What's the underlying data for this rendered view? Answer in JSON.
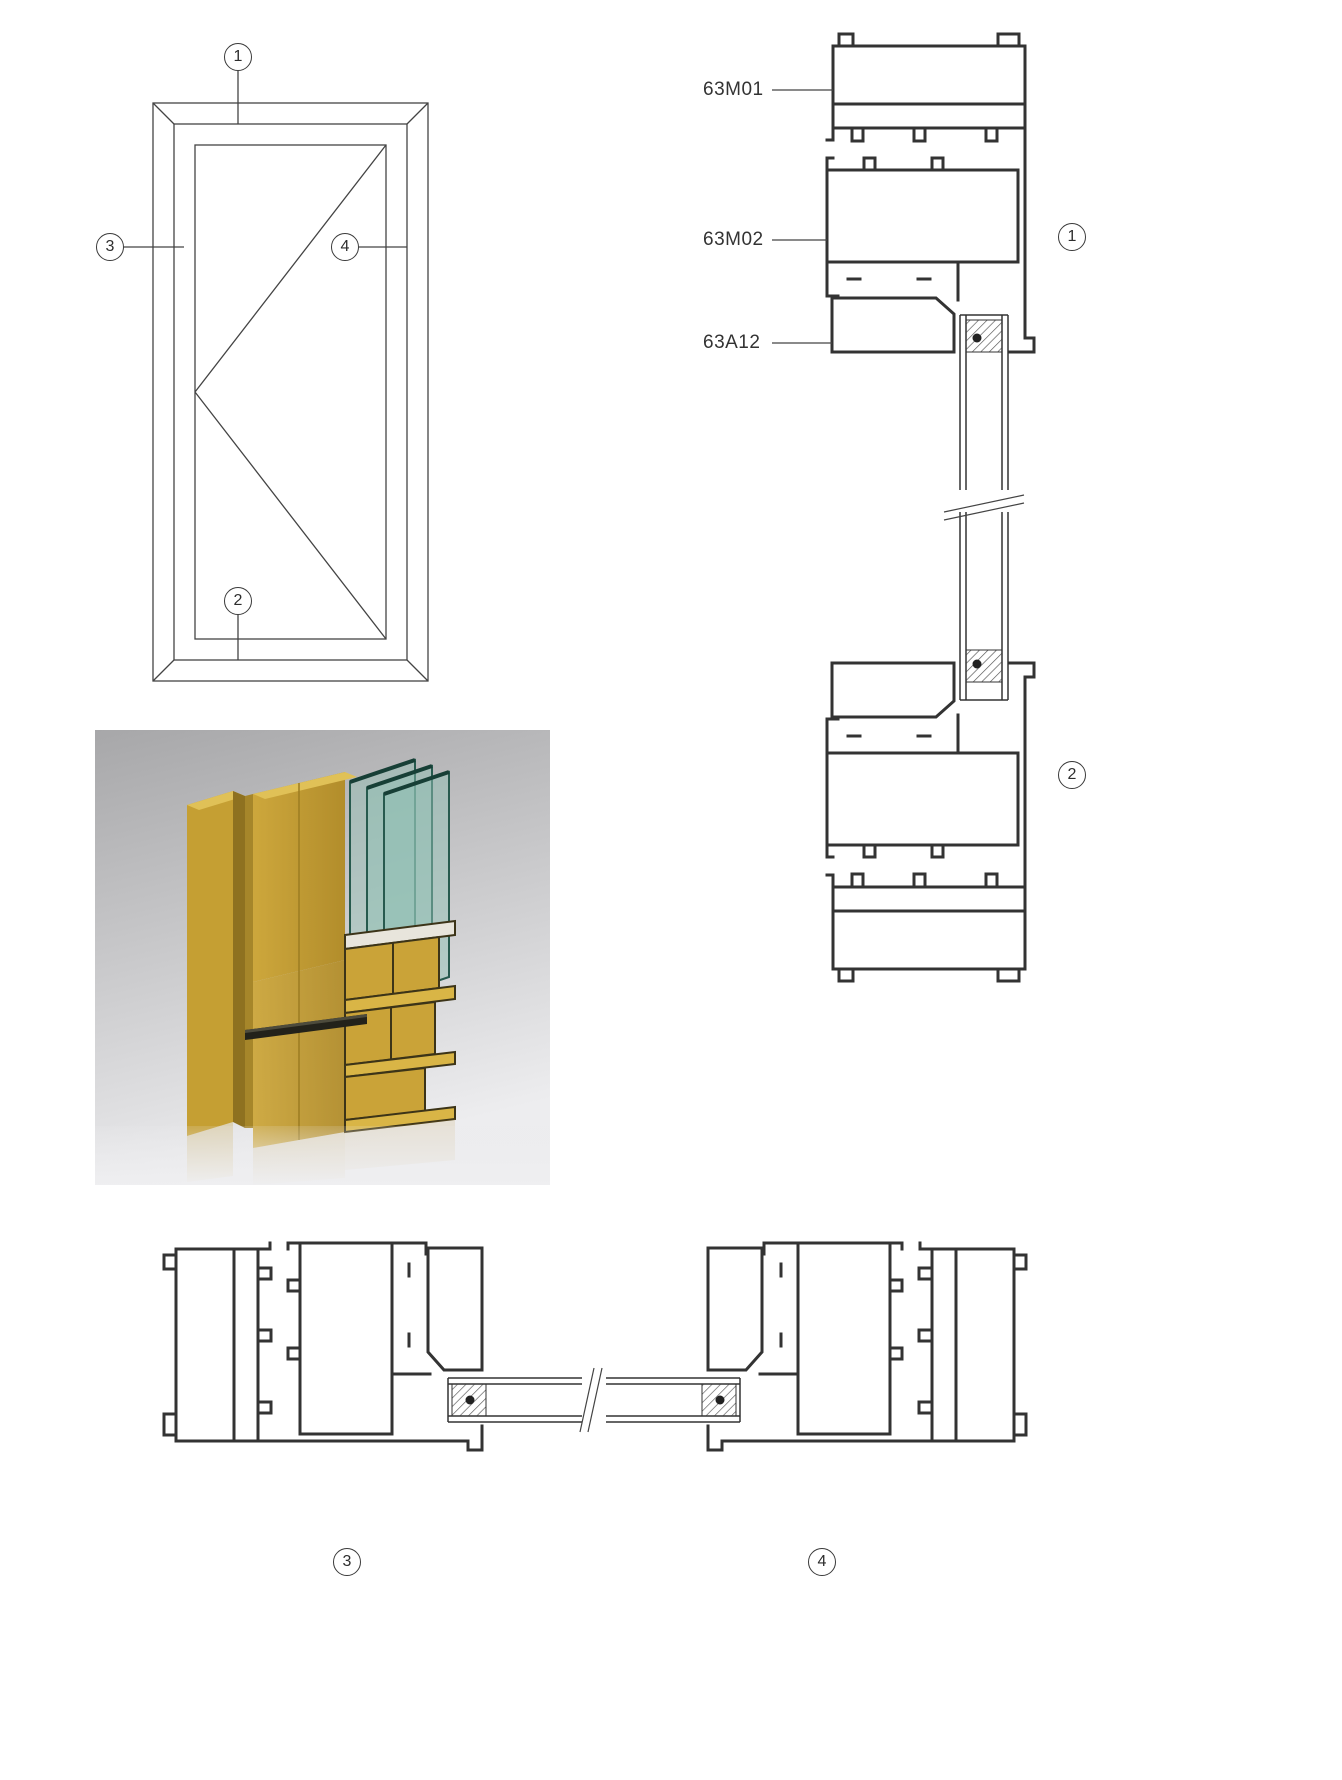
{
  "document": {
    "type": "aluminium window section detail drawing",
    "background": "#ffffff"
  },
  "colors": {
    "thin_line": "#444444",
    "profile_line": "#333333",
    "gold": "#c7a136",
    "gold_light": "#e0c157",
    "gold_dark": "#8e7120",
    "glass_teal": "#8fc0b4",
    "render_bg_top": "#a7a7a9",
    "render_bg_bottom": "#ededef"
  },
  "labels": {
    "m01": "63M01",
    "m02": "63M02",
    "a12": "63A12"
  },
  "callouts": {
    "n1": "1",
    "n2": "2",
    "n3": "3",
    "n4": "4"
  }
}
